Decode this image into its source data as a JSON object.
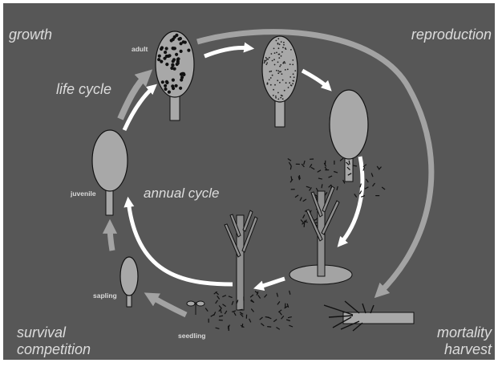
{
  "labels": {
    "growth": "growth",
    "reproduction": "reproduction",
    "life_cycle": "life cycle",
    "annual_cycle": "annual cycle",
    "survival_competition": [
      "survival",
      "competition"
    ],
    "mortality_harvest": [
      "mortality",
      "harvest"
    ],
    "adult": "adult",
    "juvenile": "juvenile",
    "sapling": "sapling",
    "seedling": "seedling"
  },
  "colors": {
    "background": "#575757",
    "life_cycle_arrow": "#a3a3a3",
    "annual_arrow": "#ffffff",
    "crown": "#a8a8a8",
    "outline": "#111111",
    "text": "#dcdcdc"
  }
}
